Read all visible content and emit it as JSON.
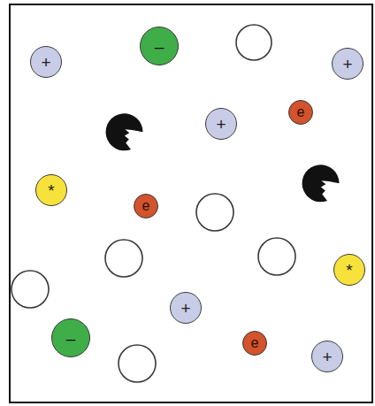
{
  "diagram": {
    "nodes": [
      {
        "text": [
          "–"
        ]
      },
      {
        "text": [
          "+"
        ]
      },
      {
        "text": [
          "+"
        ]
      },
      {
        "text": [
          "e"
        ]
      },
      {
        "text": [
          "+"
        ]
      },
      {
        "text": [
          "*"
        ]
      },
      {
        "text": [
          "e"
        ]
      },
      {
        "text": [
          "*"
        ]
      },
      {
        "text": [
          "+"
        ]
      },
      {
        "text": [
          "–"
        ]
      },
      {
        "text": [
          "e"
        ]
      },
      {
        "text": [
          "+"
        ]
      }
    ]
  }
}
